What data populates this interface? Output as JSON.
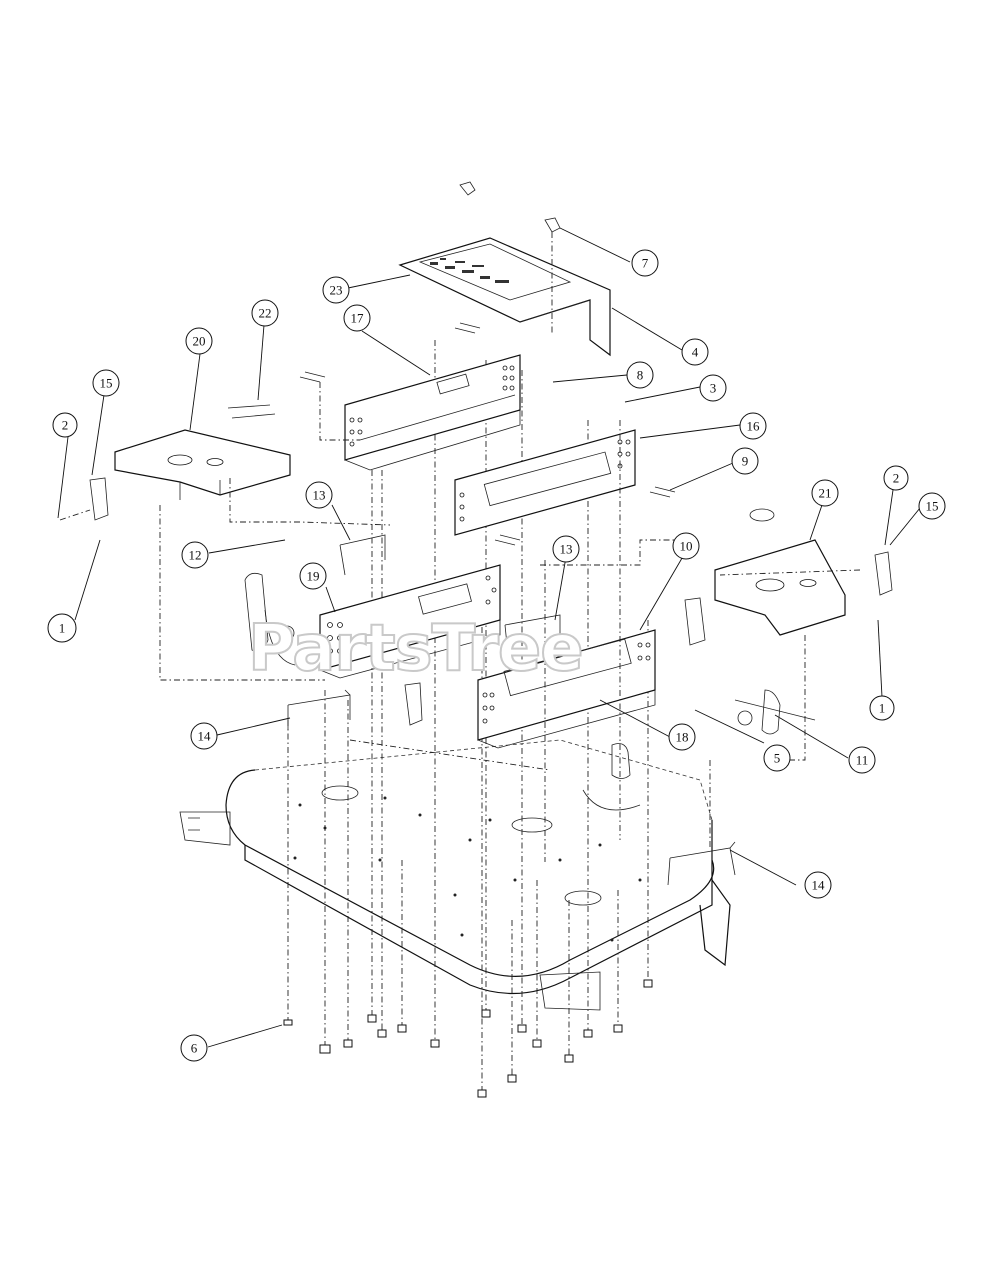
{
  "watermark": {
    "text": "PartsTree"
  },
  "callouts": [
    {
      "id": "c-1-left",
      "label": "1"
    },
    {
      "id": "c-2-left",
      "label": "2"
    },
    {
      "id": "c-15-left",
      "label": "15"
    },
    {
      "id": "c-20",
      "label": "20"
    },
    {
      "id": "c-22",
      "label": "22"
    },
    {
      "id": "c-23",
      "label": "23"
    },
    {
      "id": "c-17",
      "label": "17"
    },
    {
      "id": "c-7",
      "label": "7"
    },
    {
      "id": "c-4",
      "label": "4"
    },
    {
      "id": "c-8",
      "label": "8"
    },
    {
      "id": "c-3",
      "label": "3"
    },
    {
      "id": "c-16",
      "label": "16"
    },
    {
      "id": "c-9",
      "label": "9"
    },
    {
      "id": "c-21",
      "label": "21"
    },
    {
      "id": "c-2-right",
      "label": "2"
    },
    {
      "id": "c-15-right",
      "label": "15"
    },
    {
      "id": "c-1-right",
      "label": "1"
    },
    {
      "id": "c-12",
      "label": "12"
    },
    {
      "id": "c-13-left",
      "label": "13"
    },
    {
      "id": "c-13-mid",
      "label": "13"
    },
    {
      "id": "c-10",
      "label": "10"
    },
    {
      "id": "c-19",
      "label": "19"
    },
    {
      "id": "c-14-left",
      "label": "14"
    },
    {
      "id": "c-18",
      "label": "18"
    },
    {
      "id": "c-11",
      "label": "11"
    },
    {
      "id": "c-5",
      "label": "5"
    },
    {
      "id": "c-14-right",
      "label": "14"
    },
    {
      "id": "c-6",
      "label": "6"
    }
  ]
}
